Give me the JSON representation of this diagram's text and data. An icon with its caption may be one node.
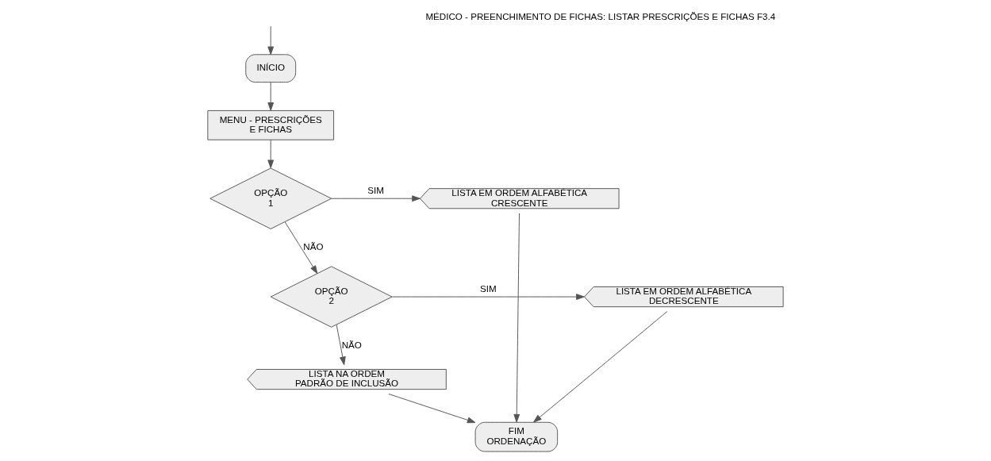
{
  "diagram": {
    "title": "MÉDICO - PREENCHIMENTO DE FICHAS: LISTAR PRESCRIÇÕES E FICHAS F3.4",
    "nodes": [
      {
        "text": [
          "INÍCIO"
        ]
      },
      {
        "text": [
          "MENU - PRESCRIÇÕES E FICHAS"
        ]
      },
      {
        "text": [
          "OPÇÃO 1"
        ]
      },
      {
        "text": [
          "LISTA EM ORDEM ALFABÉTICA CRESCENTE"
        ]
      },
      {
        "text": [
          "OPÇÃO 2"
        ]
      },
      {
        "text": [
          "LISTA EM ORDEM ALFABÉTICA DECRESCENTE"
        ]
      },
      {
        "text": [
          "LISTA NA ORDEM PADRÃO DE INCLUSÃO"
        ]
      },
      {
        "text": [
          "FIM ORDENAÇÃO"
        ]
      }
    ],
    "edges": [
      {
        "from": null,
        "to": 0,
        "arrow": "to"
      },
      {
        "from": 0,
        "to": 1,
        "arrow": "to"
      },
      {
        "from": 1,
        "to": 2,
        "arrow": "to"
      },
      {
        "from": 2,
        "to": 3,
        "arrow": "to",
        "label": "SIM"
      },
      {
        "from": 2,
        "to": 4,
        "arrow": "to",
        "label": "NÃO"
      },
      {
        "from": 4,
        "to": 5,
        "arrow": "to",
        "label": "SIM"
      },
      {
        "from": 4,
        "to": 6,
        "arrow": "to",
        "label": "NÃO"
      },
      {
        "from": 3,
        "to": 7,
        "arrow": "to"
      },
      {
        "from": 5,
        "to": 7,
        "arrow": "to"
      },
      {
        "from": 6,
        "to": 7,
        "arrow": "to"
      }
    ]
  }
}
